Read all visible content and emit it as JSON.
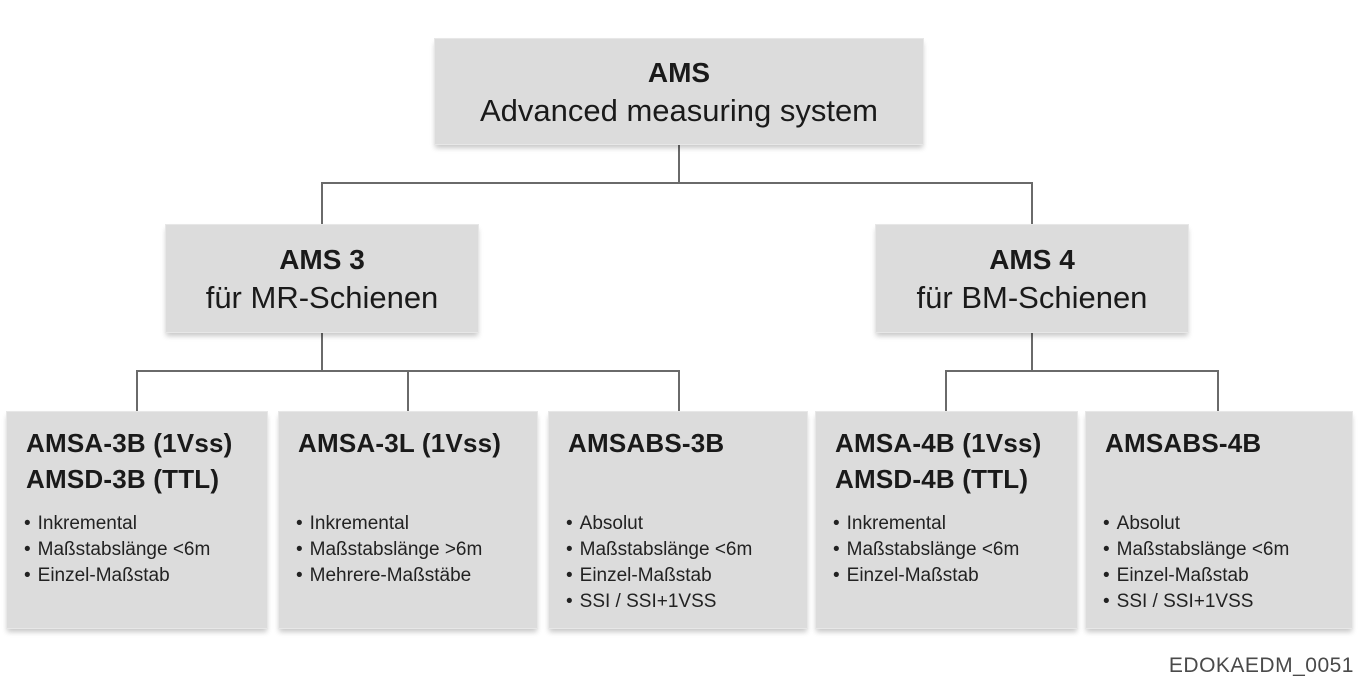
{
  "diagram": {
    "root": {
      "title": "AMS",
      "subtitle": "Advanced measuring system"
    },
    "branches": [
      {
        "title": "AMS 3",
        "subtitle": "für MR-Schienen"
      },
      {
        "title": "AMS 4",
        "subtitle": "für BM-Schienen"
      }
    ],
    "leaves": [
      {
        "title_lines": [
          "AMSA-3B (1Vss)",
          "AMSD-3B (TTL)"
        ],
        "bullets": [
          "Inkremental",
          "Maßstabslänge <6m",
          "Einzel-Maßstab"
        ]
      },
      {
        "title_lines": [
          "AMSA-3L (1Vss)"
        ],
        "bullets": [
          "Inkremental",
          "Maßstabslänge >6m",
          "Mehrere-Maßstäbe"
        ]
      },
      {
        "title_lines": [
          "AMSABS-3B"
        ],
        "bullets": [
          "Absolut",
          "Maßstabslänge <6m",
          "Einzel-Maßstab",
          "SSI / SSI+1VSS"
        ]
      },
      {
        "title_lines": [
          "AMSA-4B (1Vss)",
          "AMSD-4B (TTL)"
        ],
        "bullets": [
          "Inkremental",
          "Maßstabslänge <6m",
          "Einzel-Maßstab"
        ]
      },
      {
        "title_lines": [
          "AMSABS-4B"
        ],
        "bullets": [
          "Absolut",
          "Maßstabslänge <6m",
          "Einzel-Maßstab",
          "SSI / SSI+1VSS"
        ]
      }
    ],
    "footer": "EDOKAEDM_0051",
    "colors": {
      "box_fill": "#dcdcdc",
      "connector": "#6a6a6a",
      "text": "#1a1a1a",
      "footer_text": "#4a4a4a"
    }
  }
}
